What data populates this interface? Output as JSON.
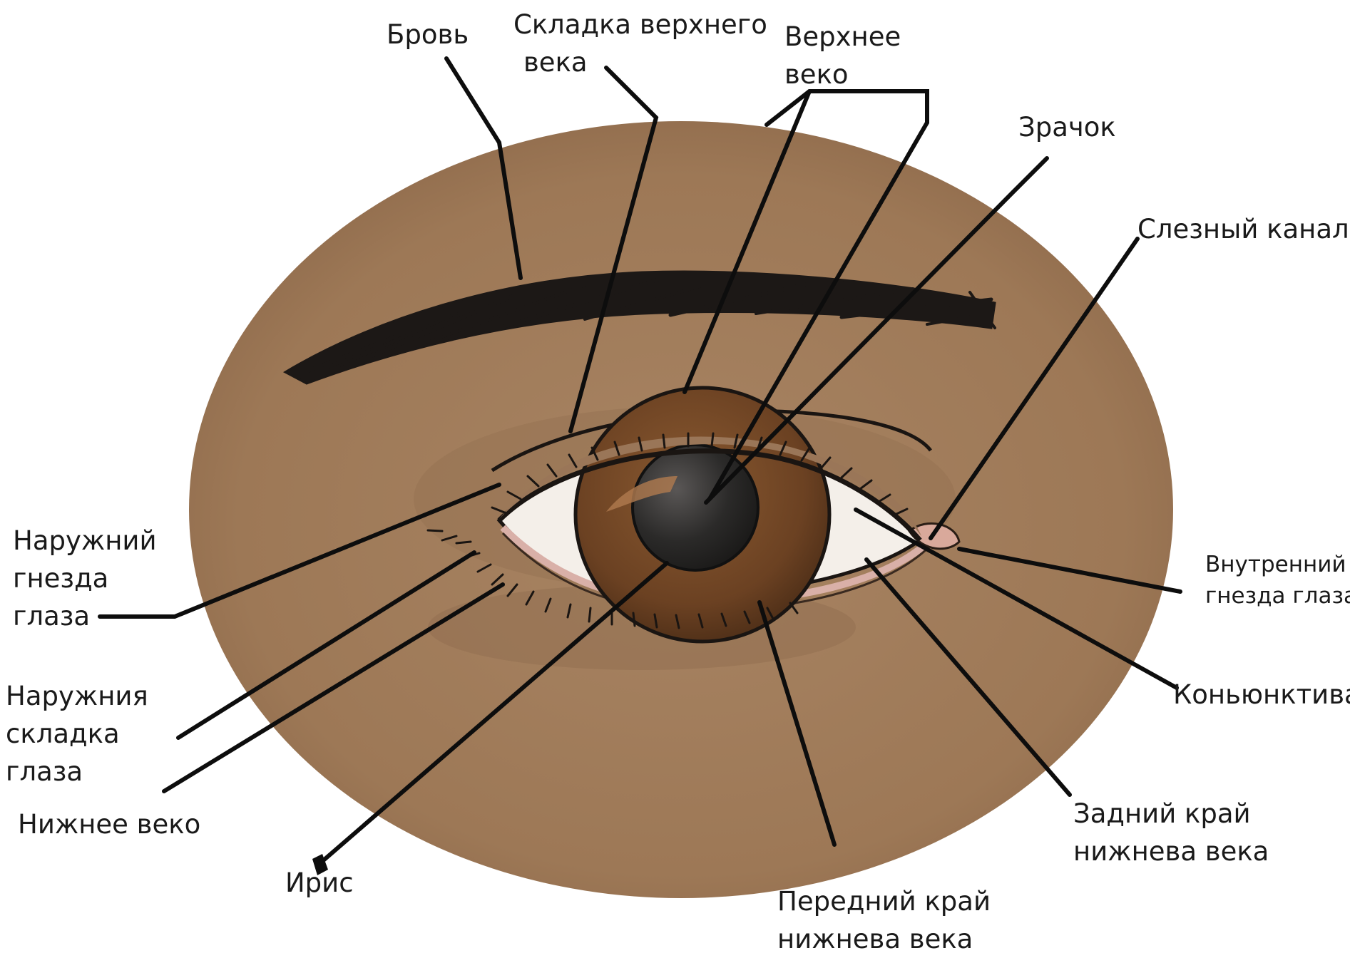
{
  "labels": {
    "brow": [
      "Бровь"
    ],
    "upper_fold": [
      "Складка верхнего",
      "века"
    ],
    "upper_lid": [
      "Верхнее",
      "веко"
    ],
    "pupil": [
      "Зрачок"
    ],
    "tear_duct": [
      "Слезный канал"
    ],
    "outer_canthus": [
      "Наружний",
      "гнезда",
      "глаза"
    ],
    "inner_canthus": [
      "Внутренний",
      "гнезда глаза"
    ],
    "outer_fold": [
      "Наружния",
      "складка",
      "глаза"
    ],
    "conjunctiva": [
      "Коньюнктива"
    ],
    "lower_lid": [
      "Нижнее веко"
    ],
    "posterior_margin": [
      "Задний край",
      "нижнева века"
    ],
    "iris": [
      "Ирис"
    ],
    "anterior_margin": [
      "Передний край",
      "нижнева века"
    ]
  },
  "colors": {
    "skin": "#a17d5c",
    "skin_shadow": "#8d6a4c",
    "brow": "#1c1816",
    "iris": "#6e4424",
    "pupil": "#2a2928",
    "sclera": "#f4efe9",
    "lid_rim": "#d9b0a8",
    "leader_line": "#0d0d0d",
    "text": "#1a1a1a"
  }
}
